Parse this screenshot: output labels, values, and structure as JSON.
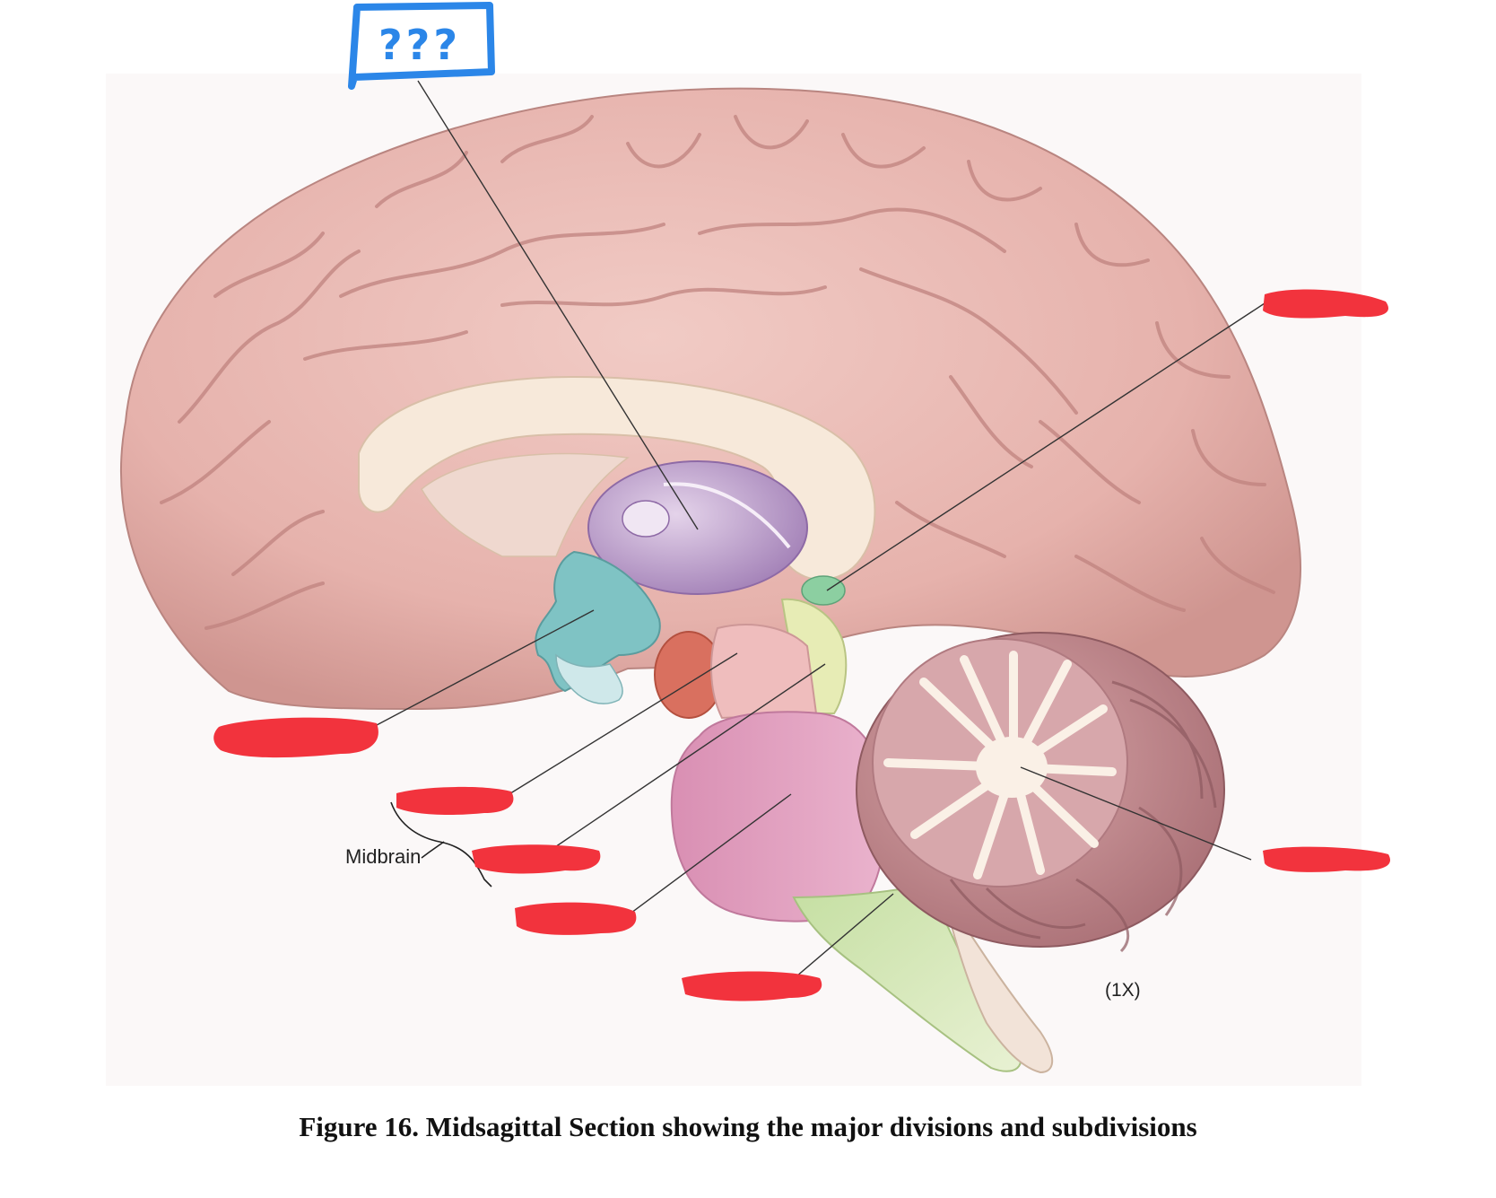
{
  "figure": {
    "caption": "Figure 16.  Midsagittal Section showing the major divisions and subdivisions",
    "scale_note": "(1X)",
    "callout_text": "???",
    "labels": {
      "midbrain": "Midbrain"
    },
    "colors": {
      "cerebrum": "#e9b9b4",
      "corpus_callosum": "#f7e9da",
      "thalamus": "#b796c4",
      "hypothalamus": "#7fc3c4",
      "pons": "#e7a6c4",
      "medulla": "#d7e9b8",
      "cerebellum": "#c98d92",
      "redaction": "#f2333d",
      "callout": "#2b86e8"
    }
  }
}
